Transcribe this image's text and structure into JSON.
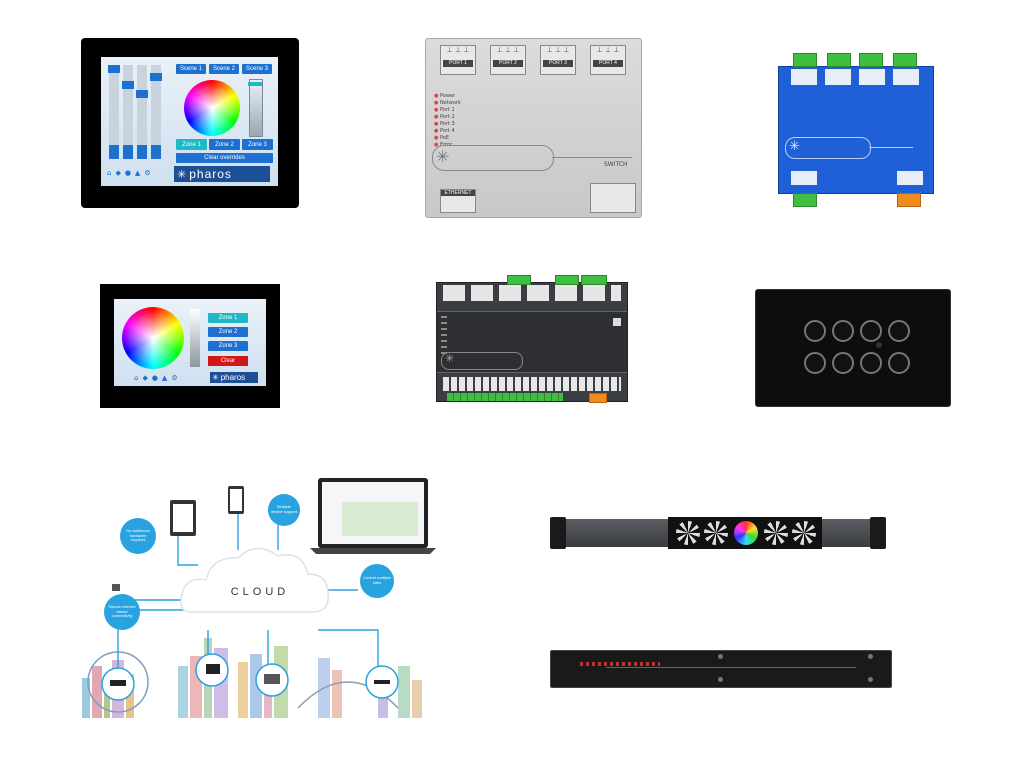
{
  "tpc_large": {
    "scenes": [
      "Scene 1",
      "Scene 2",
      "Scene 3"
    ],
    "zones": [
      "Zone 1",
      "Zone 2",
      "Zone 3"
    ],
    "clear_label": "Clear overrides",
    "logo_text": "pharos"
  },
  "lpc_switch": {
    "ports": [
      "PORT 1",
      "PORT 2",
      "PORT 3",
      "PORT 4"
    ],
    "leds": [
      "Power",
      "Network",
      "Port 1",
      "Port 2",
      "Port 3",
      "Port 4",
      "PoE",
      "Error"
    ],
    "name": "SWITCH",
    "ethernet_label": "ETHERNET"
  },
  "tpc_small": {
    "zones": [
      "Zone 1",
      "Zone 2",
      "Zone 3"
    ],
    "clear_label": "Clear",
    "logo_text": "pharos"
  },
  "cloud_diagram": {
    "cloud_label": "CLOUD",
    "bubbles": [
      "No additional hardware required",
      "Multiple device support",
      "Secure internet based connectivity",
      "Control multiple sites"
    ]
  },
  "colors": {
    "accent_blue": "#1d6fd0",
    "teal": "#21b7c4",
    "cloud_blue": "#29a3e0",
    "terminal_green": "#3fbf3f",
    "terminal_orange": "#f08c1e",
    "expander_blue": "#1f5fd8"
  }
}
